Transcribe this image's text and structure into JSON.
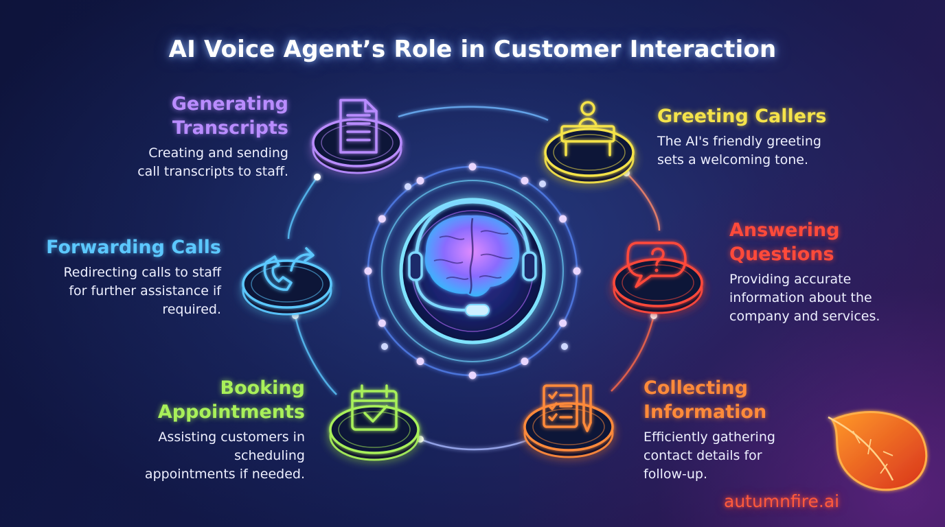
{
  "title": "AI Voice Agent’s Role in Customer Interaction",
  "brand": "autumnfire.ai",
  "hub": {
    "icon": "brain-headset-icon"
  },
  "roles": [
    {
      "key": "transcripts",
      "heading": [
        "Generating",
        "Transcripts"
      ],
      "desc": [
        "Creating and sending",
        "call transcripts to staff."
      ],
      "color": "#b98cff",
      "icon": "document-icon"
    },
    {
      "key": "greeting",
      "heading": [
        "Greeting Callers"
      ],
      "desc": [
        "The AI's friendly greeting",
        "sets a welcoming tone."
      ],
      "color": "#f5e34a",
      "icon": "reception-desk-icon"
    },
    {
      "key": "forwarding",
      "heading": [
        "Forwarding Calls"
      ],
      "desc": [
        "Redirecting calls to staff",
        "for further assistance if",
        "required."
      ],
      "color": "#5cc8ff",
      "icon": "phone-forward-icon"
    },
    {
      "key": "answering",
      "heading": [
        "Answering",
        "Questions"
      ],
      "desc": [
        "Providing accurate",
        "information about the",
        "company and services."
      ],
      "color": "#ff4a3a",
      "icon": "question-bubble-icon"
    },
    {
      "key": "booking",
      "heading": [
        "Booking",
        "Appointments"
      ],
      "desc": [
        "Assisting customers in",
        "scheduling",
        "appointments if needed."
      ],
      "color": "#a8f05a",
      "icon": "calendar-check-icon"
    },
    {
      "key": "collecting",
      "heading": [
        "Collecting",
        "Information"
      ],
      "desc": [
        "Efficiently gathering",
        "contact details for",
        "follow-up."
      ],
      "color": "#ff8a3a",
      "icon": "checklist-pen-icon"
    }
  ],
  "colors": {
    "hub": "#4fd1ff",
    "ring": "#7b8cff",
    "brand": "#ff5a3c"
  }
}
